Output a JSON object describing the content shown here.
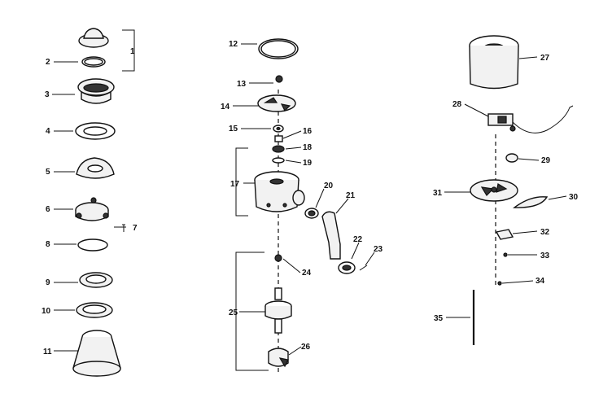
{
  "labels": {
    "p1": "1",
    "p2": "2",
    "p3": "3",
    "p4": "4",
    "p5": "5",
    "p6": "6",
    "p7": "7",
    "p8": "8",
    "p9": "9",
    "p10": "10",
    "p11": "11",
    "p12": "12",
    "p13": "13",
    "p14": "14",
    "p15": "15",
    "p16": "16",
    "p17": "17",
    "p18": "18",
    "p19": "19",
    "p20": "20",
    "p21": "21",
    "p22": "22",
    "p23": "23",
    "p24": "24",
    "p25": "25",
    "p26": "26",
    "p27": "27",
    "p28": "28",
    "p29": "29",
    "p30": "30",
    "p31": "31",
    "p32": "32",
    "p33": "33",
    "p34": "34",
    "p35": "35"
  }
}
